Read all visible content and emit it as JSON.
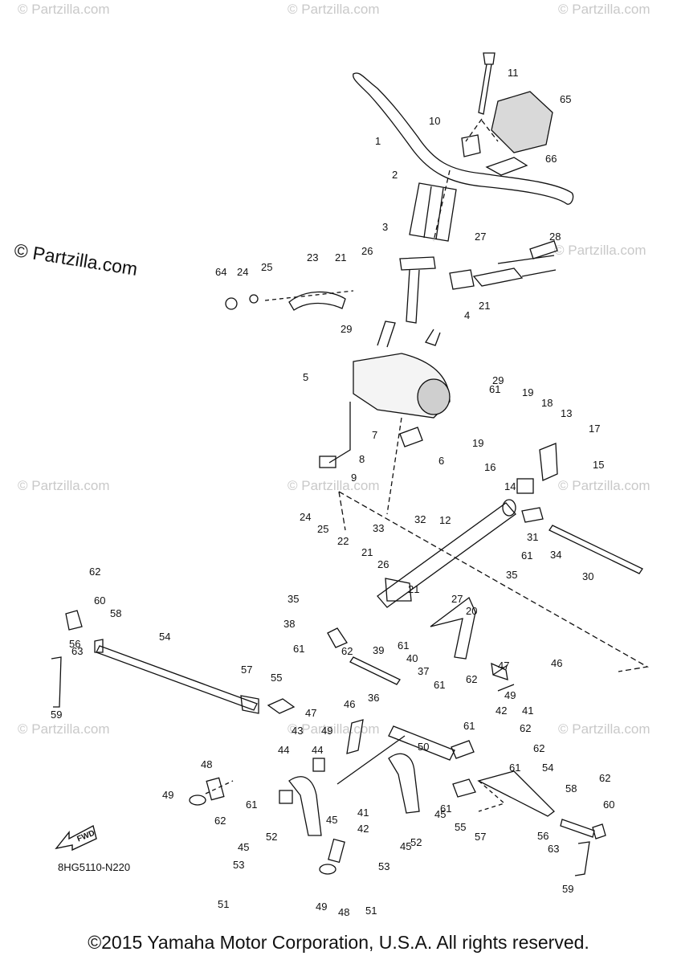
{
  "watermark": "© Partzilla.com",
  "watermark_big": "© Partzilla.com",
  "diagram_code": "8HG5110-N220",
  "copyright": "©2015 Yamaha Motor Corporation, U.S.A. All rights reserved.",
  "fwd_label": "FWD",
  "callouts": [
    "1",
    "2",
    "3",
    "4",
    "5",
    "6",
    "7",
    "8",
    "9",
    "10",
    "11",
    "12",
    "13",
    "14",
    "15",
    "16",
    "17",
    "18",
    "19",
    "19",
    "20",
    "21",
    "21",
    "21",
    "21",
    "22",
    "23",
    "24",
    "24",
    "25",
    "25",
    "26",
    "26",
    "27",
    "27",
    "28",
    "29",
    "29",
    "30",
    "31",
    "32",
    "33",
    "34",
    "35",
    "35",
    "36",
    "37",
    "38",
    "39",
    "40",
    "41",
    "41",
    "42",
    "42",
    "43",
    "44",
    "44",
    "45",
    "45",
    "45",
    "45",
    "46",
    "46",
    "47",
    "47",
    "48",
    "48",
    "49",
    "49",
    "49",
    "49",
    "50",
    "51",
    "51",
    "52",
    "52",
    "53",
    "53",
    "54",
    "54",
    "55",
    "55",
    "56",
    "56",
    "57",
    "57",
    "58",
    "58",
    "59",
    "59",
    "60",
    "60",
    "61",
    "61",
    "61",
    "61",
    "61",
    "61",
    "61",
    "61",
    "61",
    "62",
    "62",
    "62",
    "62",
    "62",
    "62",
    "62",
    "63",
    "63",
    "64",
    "65",
    "66"
  ]
}
